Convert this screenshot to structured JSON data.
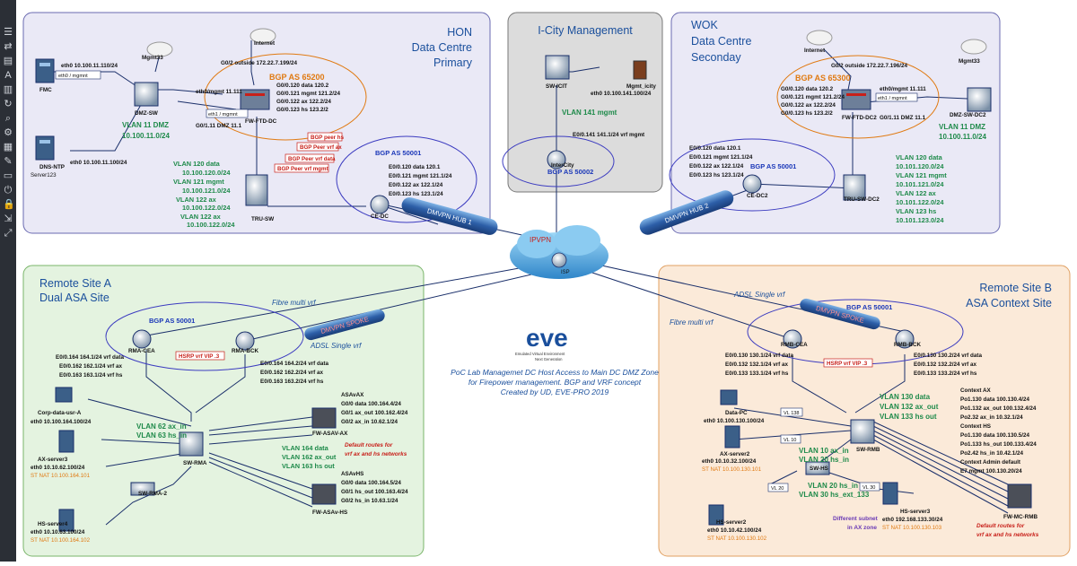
{
  "toolbar": {
    "icons": [
      "☰",
      "⇄",
      "▤",
      "A",
      "▥",
      "↻",
      "⌕",
      "⚙",
      "▦",
      "✎",
      "▭",
      "⏻",
      "🔒",
      "⇲",
      "⤢"
    ]
  },
  "zones": {
    "hon": {
      "title1": "HON",
      "title2": "Data Centre",
      "title3": "Primary"
    },
    "icity": {
      "title": "I-City Management"
    },
    "wok": {
      "title1": "WOK",
      "title2": "Data Centre",
      "title3": "Seconday"
    },
    "rsa": {
      "title1": "Remote Site A",
      "title2": "Dual ASA Site"
    },
    "rsb": {
      "title1": "Remote Site B",
      "title2": "ASA Context Site"
    }
  },
  "hon": {
    "mgmt33": "Mgmt33",
    "internet": "Internet",
    "fmc_ip": "eth0 10.100.11.110/24",
    "fmc_port": "eth0 / mgmnt",
    "fmc_name": "FMC",
    "dns_ip": "eth0 10.100.11.100/24",
    "dns_name": "DNS-NTP",
    "dns_sub": "Server123",
    "dmz_name": "DMZ-SW",
    "vlan_dmz": "VLAN 11 DMZ",
    "vlan_dmz_net": "10.100.11.0/24",
    "outside": "G0/2 outside 172.22.7.199/24",
    "bgp": "BGP AS 65200",
    "ftd_ifs": [
      "G0/0.120 data 120.2",
      "G0/0.121 mgmt 121.2/24",
      "G0/0.122 ax 122.2/24",
      "G0/0.123 hs 123.2/2"
    ],
    "eth0mgmt": "eth0/mgmt 11.111",
    "eth1mgmt": "eth1 / mgmnt",
    "dmz_if": "G0/1.11 DMZ 11.1",
    "ftd_name": "FW-FTD-DC",
    "peers": [
      "BGP peer hs",
      "BGP Peer vrf ax",
      "BGP Peer vrf data",
      "BGP Peer vrf mgmt"
    ],
    "vlans": [
      "VLAN 120  data",
      "10.100.120.0/24",
      "VLAN 121 mgmt",
      "10.100.121.0/24",
      "VLAN 122 ax",
      "10.100.122.0/24",
      "VLAN 122 ax",
      "10.100.122.0/24"
    ],
    "tru_name": "TRU-SW",
    "ce_name": "CE-DC",
    "bgp2": "BGP AS  50001",
    "ce_ifs": [
      "E0/0.120 data 120.1",
      "E0/0.121 mgmt 121.1/24",
      "E0/0.122 ax 122.1/24",
      "E0/0.123 hs 123.1/24"
    ],
    "hub": "DMVPN HUB 1"
  },
  "icity": {
    "sw_name": "SW-ICIT",
    "mgmt_name": "Mgmt_icity",
    "mgmt_ip": "eth0 10.100.141.100/24",
    "vlan": "VLAN 141 mgmt",
    "intercity_if": "E0/0.141 141.1/24 vrf mgmt",
    "ic_name": "InterCity",
    "bgp": "BGP AS 50002"
  },
  "wok": {
    "internet": "Internet",
    "mgmt33": "Mgmt33",
    "outside": "G0/2 outside 172.22.7.196/24",
    "bgp": "BGP AS 65300",
    "ftd_ifs": [
      "G0/0.120 data 120.2",
      "G0/0.121 mgmt 121.2/24",
      "G0/0.122 ax 122.2/24",
      "G0/0.123 hs 123.2/2"
    ],
    "eth0mgmt": "eth0/mgmt 11.111",
    "eth1mgmt": "eth1 / mgmnt",
    "dmz_if": "G0/1.11 DMZ 11.1",
    "ftd_name": "FW-FTD-DC2",
    "dmz_name": "DMZ-SW-DC2",
    "vlan_dmz": "VLAN 11 DMZ",
    "vlan_dmz_net": "10.100.11.0/24",
    "ce_ifs": [
      "E0/0.120 data 120.1",
      "E0/0.121 mgmt 121.1/24",
      "E0/0.122 ax 122.1/24",
      "E0/0.123 hs 123.1/24"
    ],
    "bgp2": "BGP AS  50001",
    "ce_name": "CE-DC2",
    "tru_name": "TRU-SW-DC2",
    "vlans": [
      "VLAN 120  data",
      "10.101.120.0/24",
      "VLAN 121 mgmt",
      "10.101.121.0/24",
      "VLAN 122 ax",
      "10.101.122.0/24",
      "VLAN 123 hs",
      "10.101.123.0/24"
    ],
    "hub": "DMVPN HUB 2"
  },
  "core": {
    "ipvpn": "IPVPN",
    "isp": "ISP"
  },
  "rsa": {
    "bgp": "BGP AS 50001",
    "fibre": "Fibre multi vrf",
    "adsl": "ADSL Single vrf",
    "spoke": "DMVPN SPOKE",
    "rmca_name": "RMA-CEA",
    "rmbck_name": "RMA-BCK",
    "hsrp": "HSRP vrf VIP .3",
    "left_ifs": [
      "E0/0.164 164.1/24 vrf data",
      "E0/0.162 162.1/24 vrf ax",
      "E0/0.163 163.1/24 vrf hs"
    ],
    "right_ifs": [
      "E0/0.164 164.2/24 vrf data",
      "E0/0.162 162.2/24 vrf ax",
      "E0/0.163 163.2/24 vrf hs"
    ],
    "corp_name": "Corp-data-usr-A",
    "corp_ip": "eth0 10.100.164.100/24",
    "vlan62": "VLAN 62 ax_in",
    "vlan63": "VLAN 63 hs_in",
    "swrma_name": "SW-RMA",
    "ax_name": "AX-server3",
    "ax_ip": "eth0 10.10.62.100/24",
    "ax_nat": "ST NAT 10.100.164.101",
    "swrma2_name": "SW-RMA-2",
    "hs_name": "HS-server4",
    "hs_ip": "eth0 10.10.63.100/24",
    "hs_nat": "ST NAT 10.100.164.102",
    "vlan164": "VLAN 164  data",
    "vlan162": "VLAN 162 ax_out",
    "vlan163": "VLAN 163 hs out",
    "asaax": "ASAvAX",
    "asaax_ifs": [
      "G0/0 data 100.164.4/24",
      "G0/1 ax_out 100.162.4/24",
      "G0/2 ax_in 10.62.1/24"
    ],
    "asaax_name": "FW-ASAV-AX",
    "default_routes": [
      "Default routes for",
      "vrf ax and hs networks"
    ],
    "asahs": "ASAvHS",
    "asahs_ifs": [
      "G0/0 data 100.164.5/24",
      "G0/1 hs_out 100.163.4/24",
      "G0/2 hs_in 10.63.1/24"
    ],
    "asahs_name": "FW-ASAv-HS"
  },
  "center": {
    "eve": "eve",
    "eve_sub1": "Emulated Virtual Environment",
    "eve_sub2": "Next Generation",
    "lines": [
      "PoC Lab  Managemet DC  Host Access to  Main DC DMZ Zone",
      "for Firepower management. BGP and  VRF concept",
      "Created by UD, EVE-PRO 2019"
    ]
  },
  "rsb": {
    "adsl": "ADSL Single vrf",
    "bgp": "BGP AS 50001",
    "spoke": "DMVPN SPOKE",
    "fibre": "Fibre multi vrf",
    "rmbcea_name": "RMB-CEA",
    "rmbbck_name": "RMB-BCK",
    "hsrp": "HSRP vrf VIP .3",
    "left_ifs": [
      "E0/0.130 130.1/24 vrf data",
      "E0/0.132 132.1/24 vrf ax",
      "E0/0.133 133.1/24 vrf hs"
    ],
    "right_ifs": [
      "E0/0.130 130.2/24 vrf data",
      "E0/0.132 132.2/24 vrf ax",
      "E0/0.133 133.2/24 vrf hs"
    ],
    "datapc_name": "Data-PC",
    "datapc_ip": "eth0 10.100.130.100/24",
    "vlan130": "VLAN 130  data",
    "vlan132": "VLAN 132 ax_out",
    "vlan133": "VLAN 133 hs out",
    "ax_name": "AX-server2",
    "ax_ip": "eth0 10.10.32.100/24",
    "ax_nat": "ST NAT 10.100.130.101",
    "swrmb_name": "SW-RMB",
    "vlan10": "VLAN 10  ax_in",
    "vlan20": "VLAN 20  hs_in",
    "swhs_name": "SW-HS",
    "vlan20b": "VLAN 20 hs_in",
    "vlan30": "VLAN 30 hs_ext_133",
    "hs_name": "HS-server2",
    "hs_ip": "eth0 10.10.42.100/24",
    "hs_nat": "ST NAT 10.100.130.102",
    "diff": [
      "Different subnet",
      "in AX zone"
    ],
    "hs3_name": "HS-server3",
    "hs3_ip": "eth0 192.168.133.30/24",
    "hs3_nat": "ST NAT 10.100.130.103",
    "ctx": [
      "Context AX",
      "Po1.130 data 100.130.4/24",
      "Po1.132 ax_out 100.132.4/24",
      "Po2.32 ax_in 10.32.1/24",
      "Context HS",
      "Po1.130 data 100.130.5/24",
      "Po1.133 hs_out 100.133.4/24",
      "Po2.42 hs_in 10.42.1/24",
      "Context Admin default",
      "E7 mgmt 100.130.20/24"
    ],
    "mc_name": "FW-MC-RMB",
    "default_routes": [
      "Default routes for",
      "vrf ax and hs networks"
    ],
    "vl138": "VL 138",
    "vl10": "VL 10",
    "vl20": "VL 20",
    "vl30": "VL 30"
  }
}
